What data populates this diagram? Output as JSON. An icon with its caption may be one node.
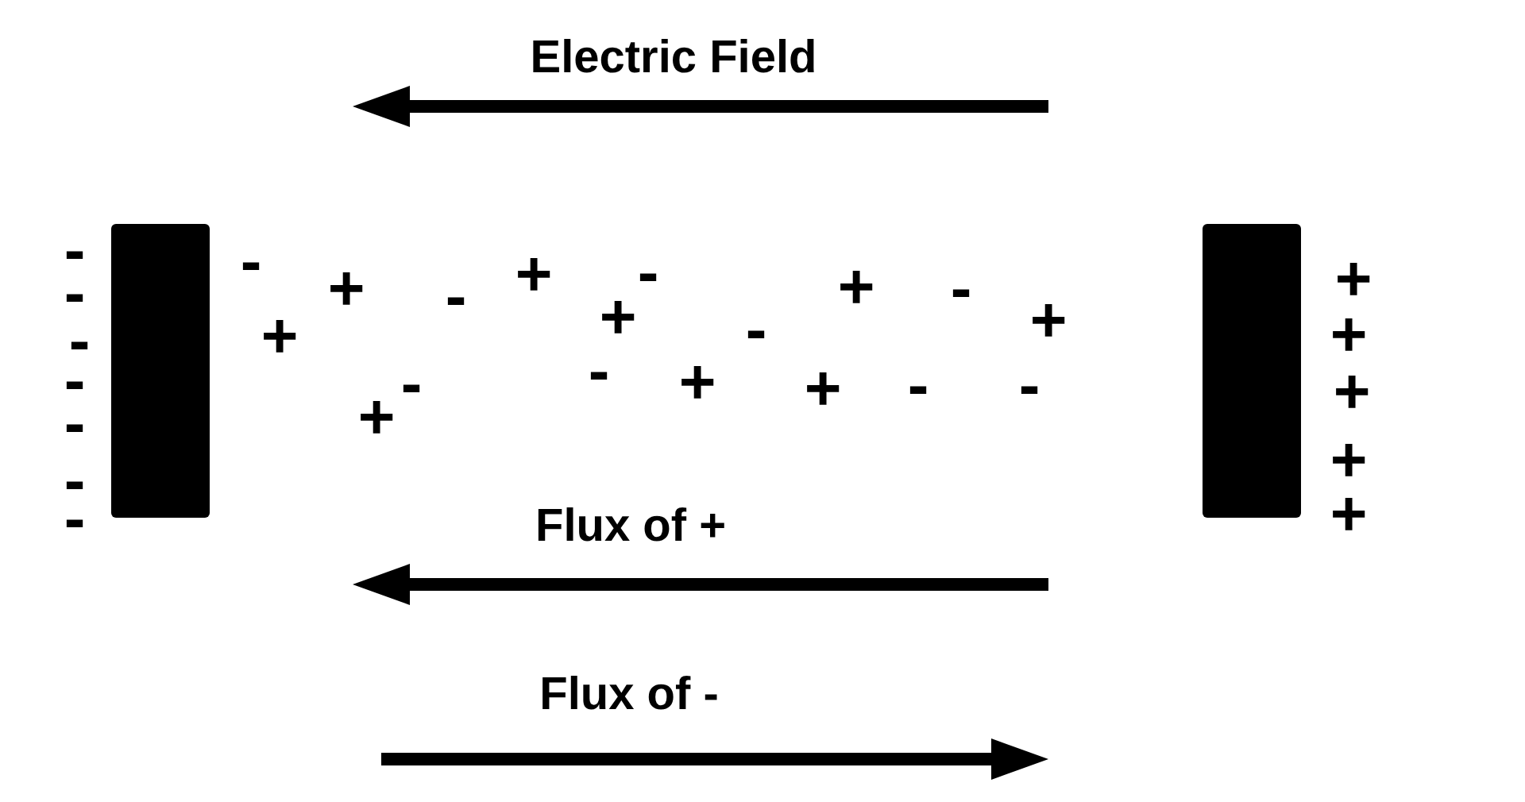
{
  "diagram": {
    "nodes": [
      {
        "text": [],
        "shape": "bar",
        "beside": [
          "-",
          "-",
          "-",
          "-",
          "-",
          "-",
          "-"
        ]
      },
      {
        "text": [],
        "shape": "bar",
        "beside": [
          "+",
          "+",
          "+",
          "+",
          "+"
        ]
      }
    ],
    "labels": [
      "Electric Field",
      "-",
      "+",
      "+",
      "-",
      "-",
      "+",
      "+",
      "-",
      "+",
      "-",
      "-",
      "+",
      "+",
      "+",
      "-",
      "-",
      "+",
      "-",
      "Flux of +",
      "Flux of -"
    ]
  }
}
